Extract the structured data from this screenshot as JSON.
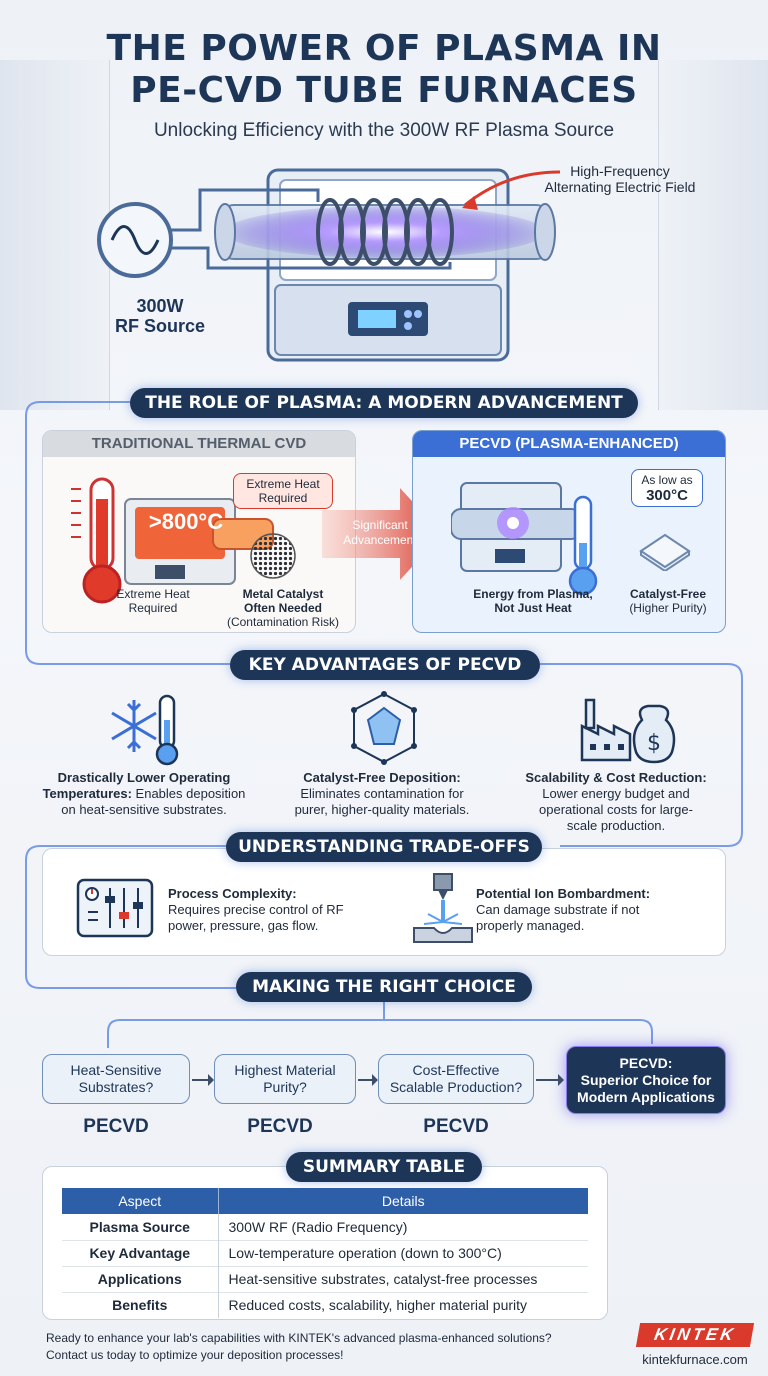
{
  "header": {
    "title_line1": "THE POWER OF PLASMA IN",
    "title_line2": "PE-CVD TUBE FURNACES",
    "subtitle": "Unlocking Efficiency with the 300W RF Plasma Source"
  },
  "hero": {
    "field_label_1": "High-Frequency",
    "field_label_2": "Alternating Electric Field",
    "rf_label_1": "300W",
    "rf_label_2": "RF Source"
  },
  "role": {
    "heading": "THE ROLE OF PLASMA: A MODERN ADVANCEMENT",
    "traditional": {
      "header": "TRADITIONAL THERMAL CVD",
      "temp": ">800°C",
      "callout_1": "Extreme Heat",
      "callout_2": "Required",
      "caption1_a": "Extreme Heat",
      "caption1_b": "Required",
      "caption2_a": "Metal Catalyst",
      "caption2_b": "Often Needed",
      "caption2_c": "(Contamination Risk)"
    },
    "arrow_1": "Significant",
    "arrow_2": "Advancement",
    "pecvd": {
      "header": "PECVD (PLASMA-ENHANCED)",
      "callout_1": "As low as",
      "callout_2": "300°C",
      "caption1_a": "Energy from Plasma,",
      "caption1_b": "Not Just Heat",
      "caption2_a": "Catalyst-Free",
      "caption2_b": "(Higher Purity)"
    }
  },
  "advantages": {
    "heading": "KEY ADVANTAGES OF PECVD",
    "items": [
      {
        "title_a": "Drastically Lower Operating",
        "title_b": "Temperatures:",
        "desc_a": "Enables deposition",
        "desc_b": "on heat-sensitive substrates.",
        "icon": "snowflake-thermometer-icon"
      },
      {
        "title_a": "Catalyst-Free Deposition:",
        "desc_a": "Eliminates contamination for",
        "desc_b": "purer, higher-quality materials.",
        "icon": "crystal-icon"
      },
      {
        "title_a": "Scalability & Cost Reduction:",
        "desc_a": "Lower energy budget and",
        "desc_b": "operational costs for large-",
        "desc_c": "scale production.",
        "icon": "factory-money-icon"
      }
    ]
  },
  "tradeoffs": {
    "heading": "UNDERSTANDING TRADE-OFFS",
    "items": [
      {
        "title": "Process Complexity:",
        "desc_a": "Requires precise control of RF",
        "desc_b": "power, pressure, gas flow.",
        "icon": "control-sliders-icon"
      },
      {
        "title": "Potential Ion Bombardment:",
        "desc_a": "Can damage substrate if not",
        "desc_b": "properly managed.",
        "icon": "ion-bombardment-icon"
      }
    ]
  },
  "choice": {
    "heading": "MAKING THE RIGHT CHOICE",
    "steps": [
      {
        "a": "Heat-Sensitive",
        "b": "Substrates?",
        "result": "PECVD"
      },
      {
        "a": "Highest Material",
        "b": "Purity?",
        "result": "PECVD"
      },
      {
        "a": "Cost-Effective",
        "b": "Scalable Production?",
        "result": "PECVD"
      }
    ],
    "final_a": "PECVD:",
    "final_b": "Superior Choice for",
    "final_c": "Modern Applications"
  },
  "summary": {
    "heading": "SUMMARY TABLE",
    "columns": [
      "Aspect",
      "Details"
    ],
    "rows": [
      [
        "Plasma Source",
        "300W RF (Radio Frequency)"
      ],
      [
        "Key Advantage",
        "Low-temperature operation (down to 300°C)"
      ],
      [
        "Applications",
        "Heat-sensitive substrates, catalyst-free processes"
      ],
      [
        "Benefits",
        "Reduced costs, scalability, higher material purity"
      ]
    ]
  },
  "footer": {
    "line1": "Ready to enhance your lab's capabilities with KINTEK's advanced plasma-enhanced solutions?",
    "line2": "Contact us today to optimize your deposition processes!",
    "brand": "KINTEK",
    "url": "kintekfurnace.com"
  },
  "colors": {
    "navy": "#1d3557",
    "accent_blue": "#3b6fd6",
    "heat_red": "#d93a2b",
    "plasma_purple": "#8a5cf0"
  }
}
